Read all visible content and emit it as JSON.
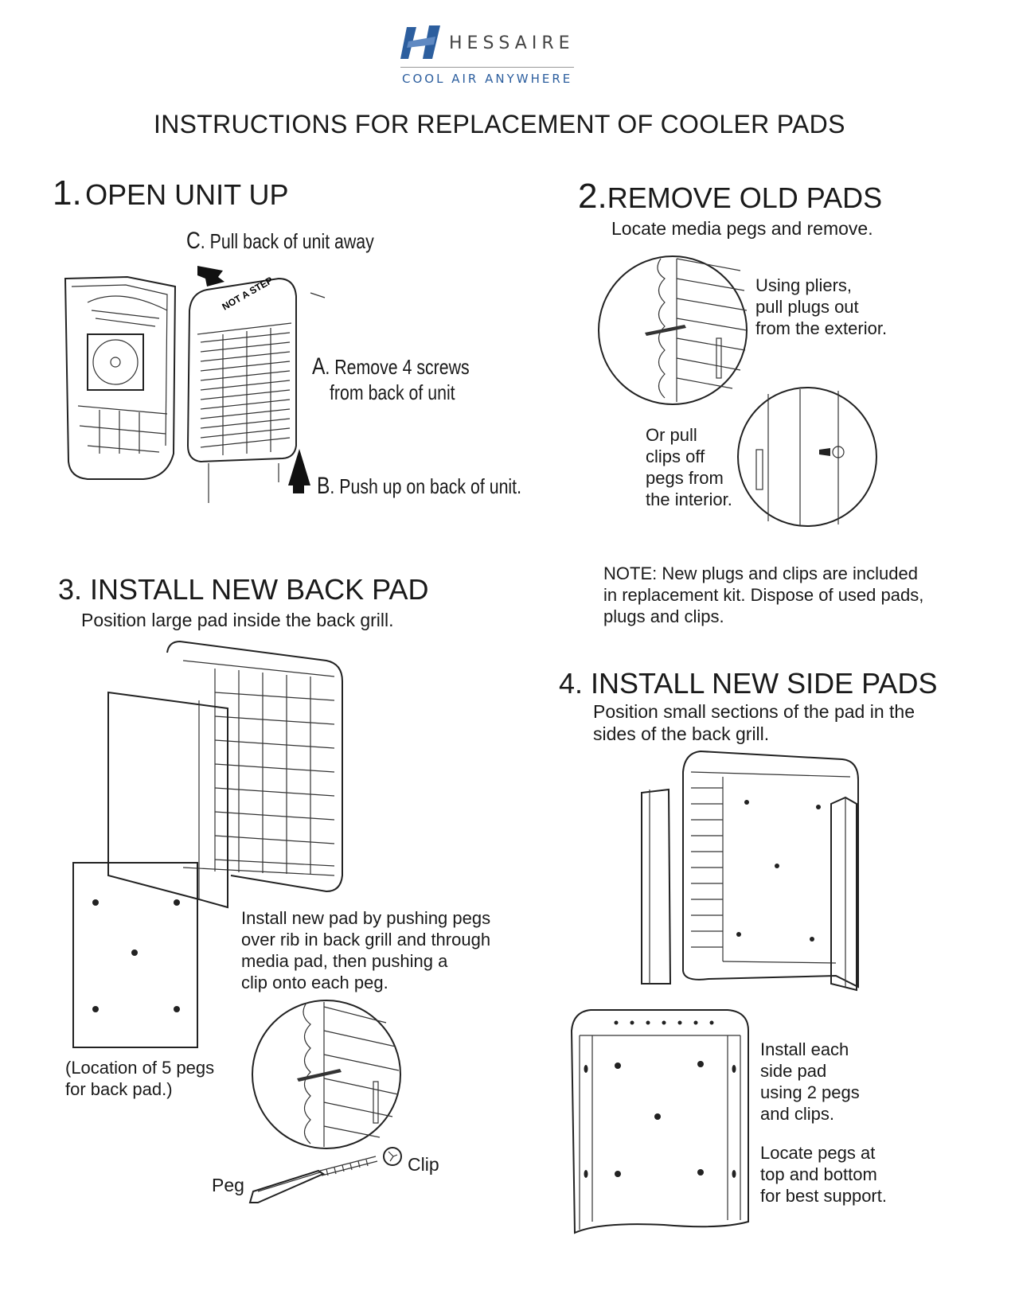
{
  "logo": {
    "brand": "HESSAIRE",
    "tagline": "COOL AIR ANYWHERE",
    "brand_color": "#2c5e9e"
  },
  "title": "INSTRUCTIONS FOR REPLACEMENT OF COOLER PADS",
  "step1": {
    "num": "1.",
    "heading": "OPEN UNIT UP",
    "c_letter": "C",
    "c_text": ". Pull back of unit away",
    "a_letter": "A",
    "a_text_1": ". Remove 4 screws",
    "a_text_2": "from back of unit",
    "b_letter": "B",
    "b_text": ". Push up on back of unit.",
    "sticker": "NOT A STEP"
  },
  "step2": {
    "num": "2.",
    "heading": "REMOVE OLD PADS",
    "sub": "Locate media pegs and remove.",
    "pliers": [
      "Using pliers,",
      "pull plugs out",
      "from the exterior."
    ],
    "clips": [
      "Or pull",
      "clips off",
      "pegs from",
      "the interior."
    ],
    "note": [
      "NOTE: New plugs and clips are included",
      "in replacement kit. Dispose of used pads,",
      "plugs and clips."
    ]
  },
  "step3": {
    "heading": "3. INSTALL NEW BACK PAD",
    "sub": "Position large pad inside the back grill.",
    "install": [
      "Install new pad by pushing pegs",
      "over rib in back grill and through",
      "media pad, then pushing a",
      "clip onto each peg."
    ],
    "location": [
      "(Location of 5 pegs",
      "for back pad.)"
    ],
    "peg_label": "Peg",
    "clip_label": "Clip"
  },
  "step4": {
    "heading": "4. INSTALL NEW SIDE PADS",
    "sub": [
      "Position small sections of the pad in the",
      "sides of the back grill."
    ],
    "install": [
      "Install each",
      "side pad",
      "using 2 pegs",
      "and clips."
    ],
    "locate": [
      "Locate pegs at",
      "top and bottom",
      "for best support."
    ]
  }
}
